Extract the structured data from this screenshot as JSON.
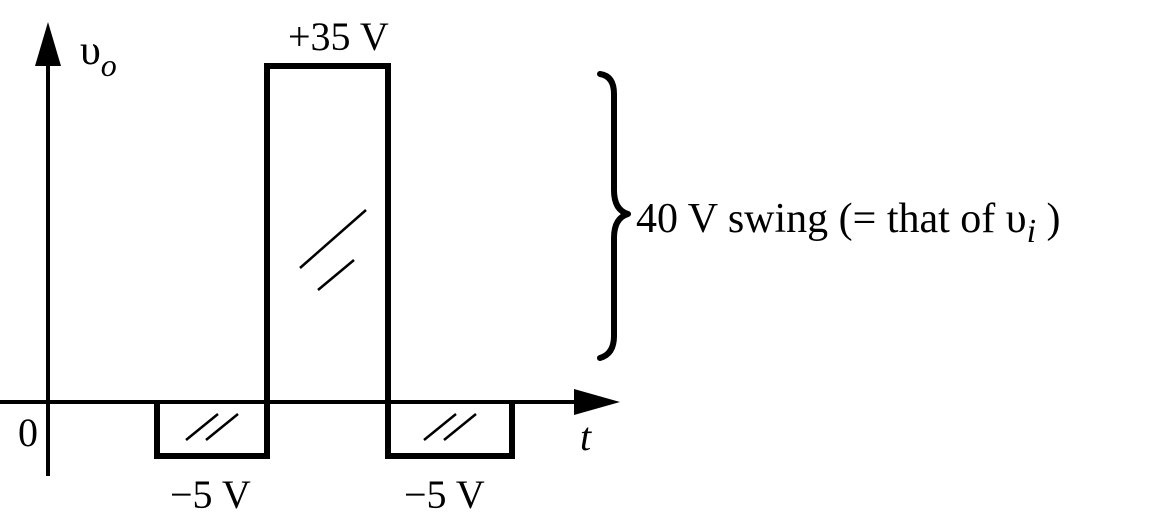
{
  "figure": {
    "y_axis_symbol": "υ",
    "y_axis_subscript": "o",
    "x_axis_label": "t",
    "origin_label": "0",
    "level_high_label": "+35 V",
    "level_low_left_label": "−5 V",
    "level_low_right_label": "−5 V",
    "swing_text": "40 V swing (= that of υ",
    "swing_subscript": "i",
    "swing_close": " )"
  },
  "waveform": {
    "high_level_v": 35,
    "low_level_v": -5,
    "swing_v": 40
  },
  "colors": {
    "ink": "#000000",
    "background": "#ffffff"
  }
}
